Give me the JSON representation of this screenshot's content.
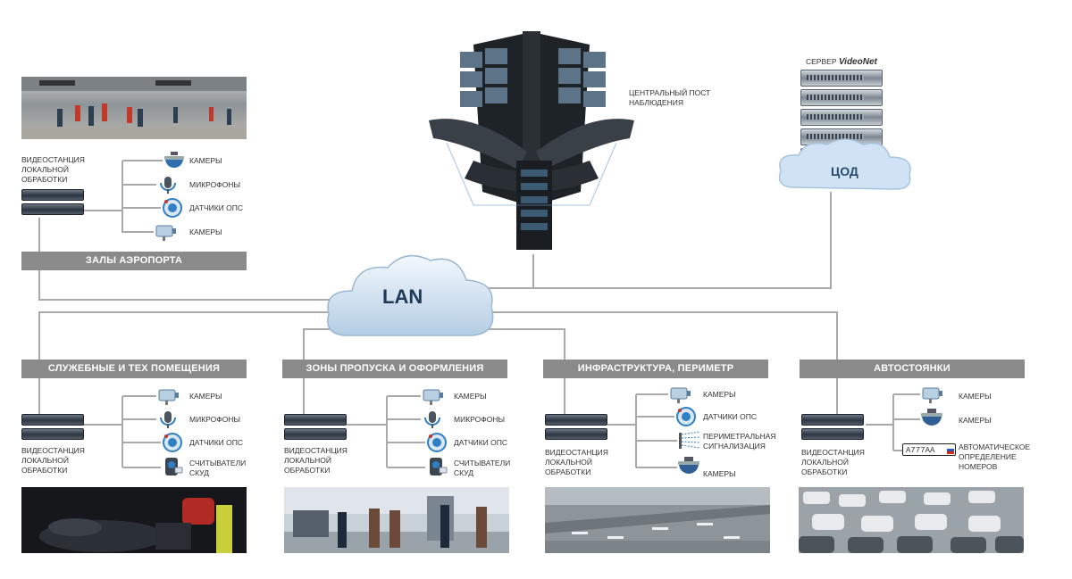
{
  "center": {
    "title": "ЦЕНТРАЛЬНЫЙ ПОСТ НАБЛЮДЕНИЯ"
  },
  "server": {
    "prefix": "СЕРВЕР",
    "brand": "VideoNet",
    "cod": "ЦОД"
  },
  "lan": "LAN",
  "airport": {
    "station": "ВИДЕОСТАНЦИЯ ЛОКАЛЬНОЙ ОБРАБОТКИ",
    "title": "ЗАЛЫ АЭРОПОРТА",
    "devices": [
      {
        "label": "КАМЕРЫ",
        "icon": "dome-camera-icon"
      },
      {
        "label": "МИКРОФОНЫ",
        "icon": "microphone-icon"
      },
      {
        "label": "ДАТЧИКИ ОПС",
        "icon": "sensor-icon"
      },
      {
        "label": "КАМЕРЫ",
        "icon": "box-camera-icon"
      }
    ]
  },
  "sections": [
    {
      "title": "СЛУЖЕБНЫЕ И ТЕХ ПОМЕЩЕНИЯ",
      "station": "ВИДЕОСТАНЦИЯ ЛОКАЛЬНОЙ ОБРАБОТКИ",
      "devices": [
        {
          "label": "КАМЕРЫ",
          "icon": "box-camera-icon"
        },
        {
          "label": "МИКРОФОНЫ",
          "icon": "microphone-icon"
        },
        {
          "label": "ДАТЧИКИ ОПС",
          "icon": "sensor-icon"
        },
        {
          "label": "СЧИТЫВАТЕЛИ СКУД",
          "icon": "card-reader-icon"
        }
      ]
    },
    {
      "title": "ЗОНЫ ПРОПУСКА И ОФОРМЛЕНИЯ",
      "station": "ВИДЕОСТАНЦИЯ ЛОКАЛЬНОЙ ОБРАБОТКИ",
      "devices": [
        {
          "label": "КАМЕРЫ",
          "icon": "box-camera-icon"
        },
        {
          "label": "МИКРОФОНЫ",
          "icon": "microphone-icon"
        },
        {
          "label": "ДАТЧИКИ ОПС",
          "icon": "sensor-icon"
        },
        {
          "label": "СЧИТЫВАТЕЛИ СКУД",
          "icon": "card-reader-icon"
        }
      ]
    },
    {
      "title": "ИНФРАСТРУКТУРА, ПЕРИМЕТР",
      "station": "ВИДЕОСТАНЦИЯ ЛОКАЛЬНОЙ ОБРАБОТКИ",
      "devices": [
        {
          "label": "КАМЕРЫ",
          "icon": "box-camera-icon"
        },
        {
          "label": "ДАТЧИКИ ОПС",
          "icon": "sensor-icon"
        },
        {
          "label": "ПЕРИМЕТРАЛЬНАЯ СИГНАЛИЗАЦИЯ",
          "icon": "perimeter-icon"
        },
        {
          "label": "КАМЕРЫ",
          "icon": "dome-camera-icon"
        }
      ]
    },
    {
      "title": "АВТОСТОЯНКИ",
      "station": "ВИДЕОСТАНЦИЯ ЛОКАЛЬНОЙ ОБРАБОТКИ",
      "devices": [
        {
          "label": "КАМЕРЫ",
          "icon": "box-camera-icon"
        },
        {
          "label": "КАМЕРЫ",
          "icon": "dome-camera-icon"
        },
        {
          "label": "АВТОМАТИЧЕСКОЕ ОПРЕДЕЛЕНИЕ НОМЕРОВ",
          "icon": "license-plate-icon",
          "plate": "А777АА"
        }
      ]
    }
  ],
  "colors": {
    "bar": "#8a8a8a",
    "wire": "#a9a9a9",
    "cloud": "#cfe3f5",
    "accent": "#2f7fc4"
  }
}
